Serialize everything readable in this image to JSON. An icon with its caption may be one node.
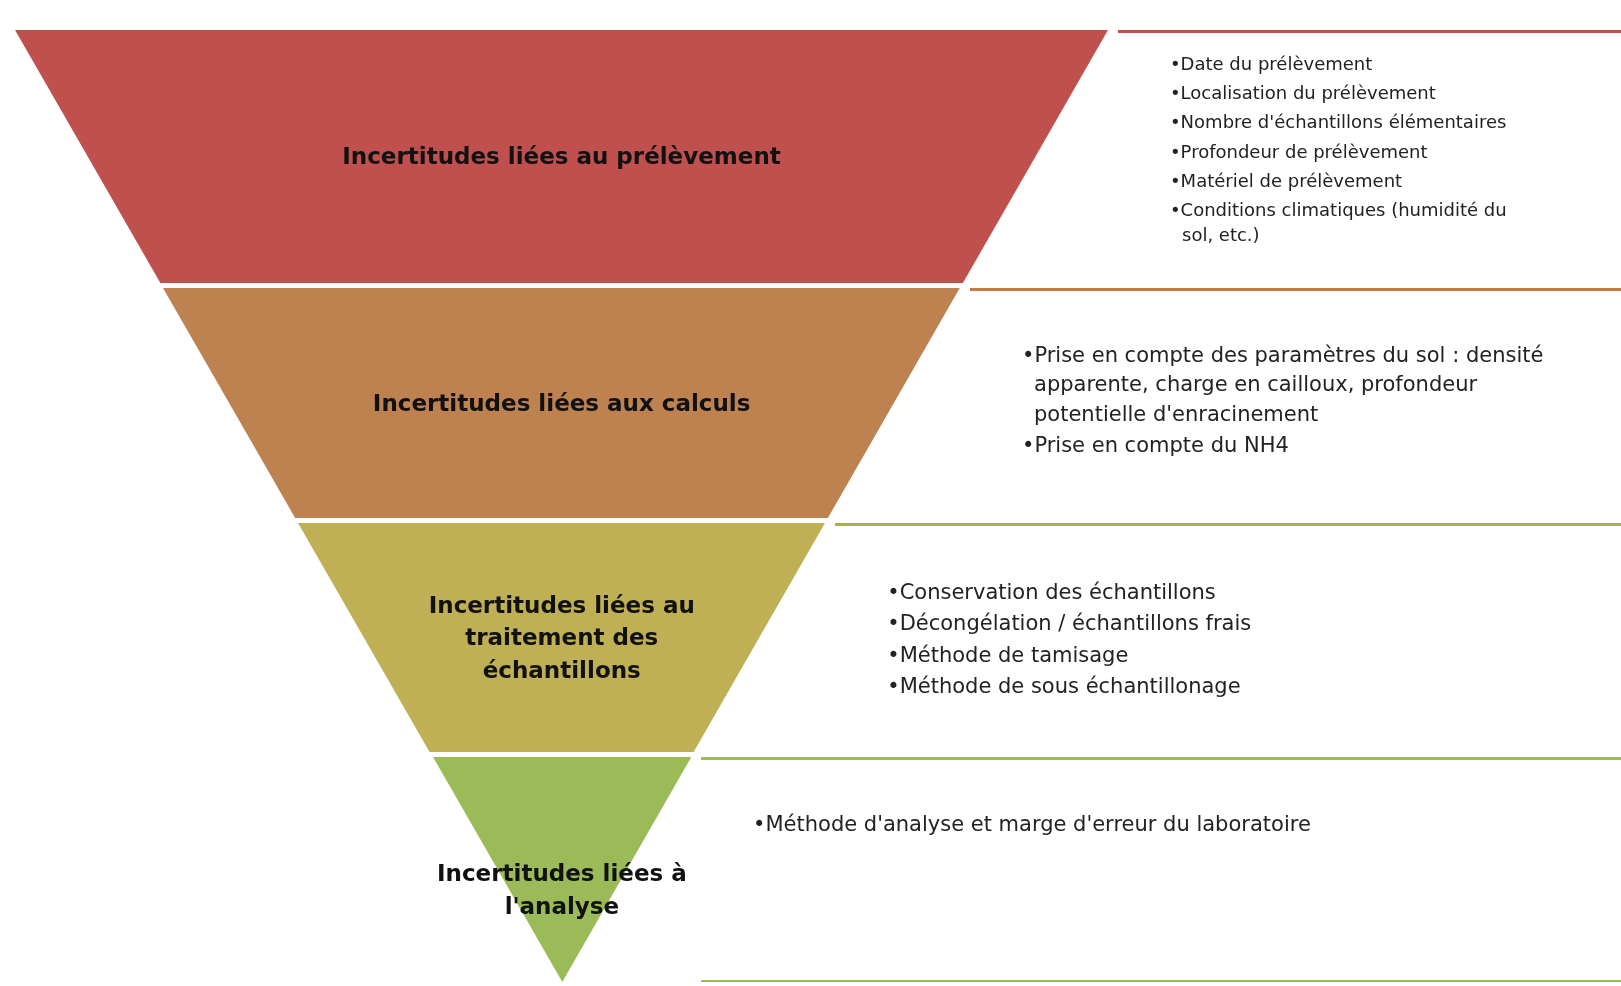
{
  "diagram": {
    "nodes": [
      {
        "text": [
          "Incertitudes liées au prélèvement"
        ]
      },
      {
        "text": [
          "Incertitudes liées aux calculs"
        ]
      },
      {
        "text": [
          "Incertitudes liées au traitement des échantillons"
        ]
      },
      {
        "text": [
          "Incertitudes liées à l'analyse"
        ]
      },
      {
        "text": [
          "•Date du prélèvement",
          "•Localisation du prélèvement",
          "•Nombre d'échantillons élémentaires",
          "•Profondeur de prélèvement",
          "•Matériel de prélèvement",
          "•Conditions climatiques (humidité du sol, etc.)"
        ]
      },
      {
        "text": [
          "•Prise en compte des paramètres du sol : densité apparente, charge en cailloux, profondeur potentielle d'enracinement",
          "•Prise en compte du NH4"
        ]
      },
      {
        "text": [
          "•Conservation des échantillons",
          "•Décongélation / échantillons frais",
          "•Méthode de tamisage",
          "•Méthode de sous échantillonage"
        ]
      },
      {
        "text": [
          "•Méthode d'analyse et marge d'erreur du laboratoire"
        ]
      }
    ]
  }
}
